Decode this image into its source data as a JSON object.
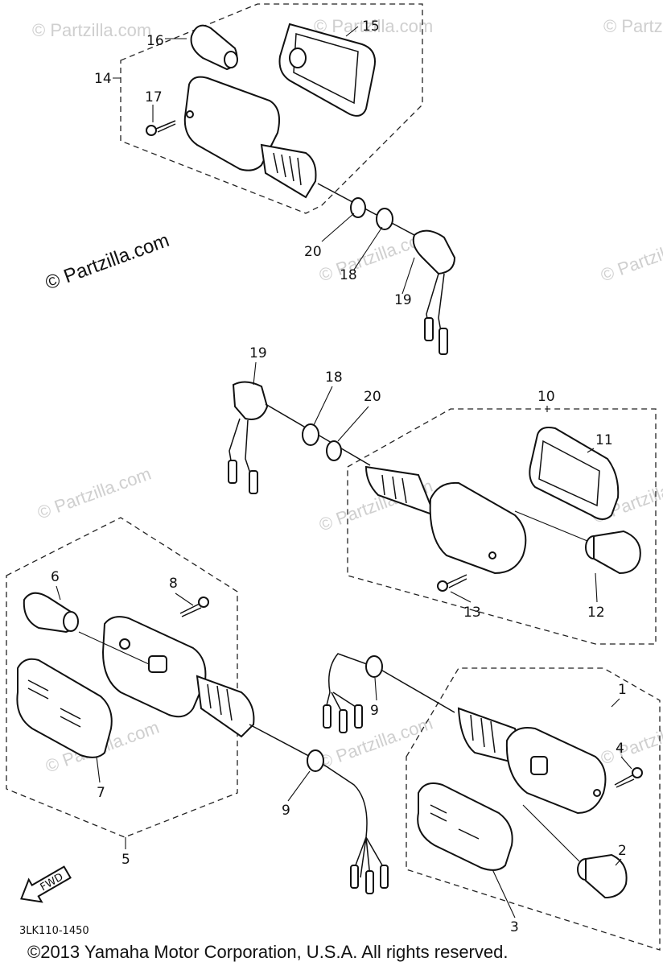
{
  "watermarks": {
    "main": "© Partzilla.com",
    "faint": "© Partzilla.com"
  },
  "callouts": {
    "c1": "1",
    "c2": "2",
    "c3": "3",
    "c4": "4",
    "c5": "5",
    "c6": "6",
    "c7": "7",
    "c8": "8",
    "c9a": "9",
    "c9b": "9",
    "c10": "10",
    "c11": "11",
    "c12": "12",
    "c13": "13",
    "c14": "14",
    "c15": "15",
    "c16": "16",
    "c17": "17",
    "c18a": "18",
    "c18b": "18",
    "c19a": "19",
    "c19b": "19",
    "c20a": "20",
    "c20b": "20"
  },
  "fwd_label": "FWD",
  "diagram_code": "3LK110-1450",
  "copyright": "©2013  Yamaha Motor Corporation, U.S.A. All rights reserved."
}
